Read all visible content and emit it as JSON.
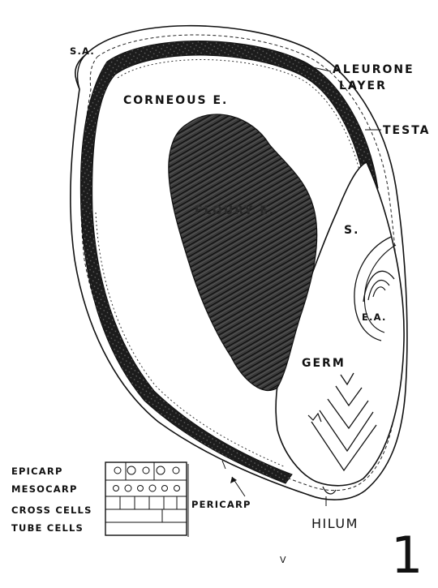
{
  "labels": {
    "sa": "S.A.",
    "aleurone_1": "ALEURONE",
    "aleurone_2": "LAYER",
    "corneous": "CORNEOUS E.",
    "testa": "TESTA",
    "floury": "FLOURY E.",
    "scutellum": "S.",
    "embryonic_axis": "E.A.",
    "germ": "GERM",
    "pericarp": "PERICARP",
    "hilum": "HILUM",
    "epicarp": "EPICARP",
    "mesocarp": "MESOCARP",
    "cross_cells": "CROSS CELLS",
    "tube_cells": "TUBE CELLS",
    "v_mark": "V",
    "figure_number": "1"
  },
  "colors": {
    "ink": "#111111",
    "stipple": "#2a2a2a",
    "background": "#ffffff"
  }
}
